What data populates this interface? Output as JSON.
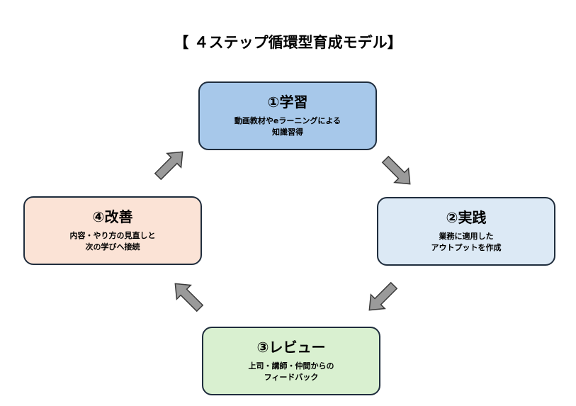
{
  "title": "【 ４ステップ循環型育成モデル】",
  "steps": [
    {
      "title": "①学習",
      "desc": "動画教材やeラーニングによる\n知識習得",
      "color": "#a7c8ea"
    },
    {
      "title": "②実践",
      "desc": "業務に適用した\nアウトプットを作成",
      "color": "#dce9f5"
    },
    {
      "title": "③レビュー",
      "desc": "上司・講師・仲間からの\nフィードバック",
      "color": "#d9f0d0"
    },
    {
      "title": "④改善",
      "desc": "内容・やり方の見直しと\n次の学びへ接続",
      "color": "#fbe3d6"
    }
  ],
  "colors": {
    "arrow": "#9a9a9a",
    "border": "#1f2d3d"
  }
}
